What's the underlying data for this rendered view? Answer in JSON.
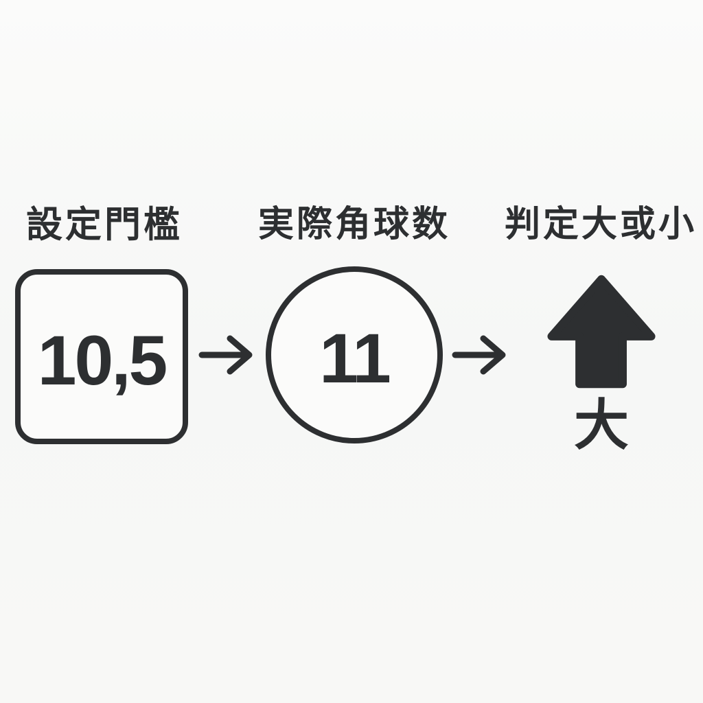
{
  "colors": {
    "ink": "#2d2f31",
    "background": "#f8f8f7"
  },
  "steps": {
    "threshold": {
      "label": "設定門檻",
      "value": "10,5"
    },
    "actual": {
      "label": "実際角球数",
      "value": "11"
    },
    "verdict": {
      "label": "判定大或小",
      "result": "大"
    }
  },
  "icons": {
    "flow_arrow": "→",
    "verdict_arrow": "▲"
  }
}
